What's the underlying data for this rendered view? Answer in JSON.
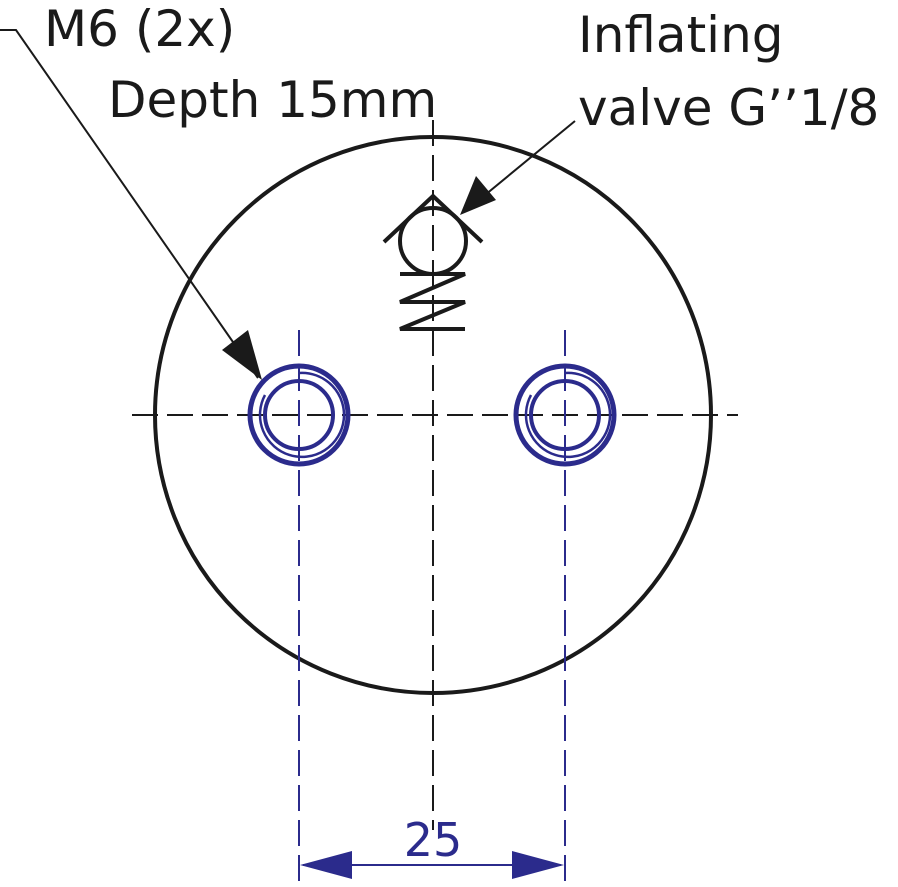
{
  "labels": {
    "thread_line1": "M6 (2x)",
    "thread_line2": "Depth 15mm",
    "valve_line1": "Inflating",
    "valve_line2": "valve G’’1/8",
    "dimension": "25"
  },
  "colors": {
    "outline": "#1a1a1a",
    "thread": "#2b2b8c",
    "background": "#ffffff"
  }
}
